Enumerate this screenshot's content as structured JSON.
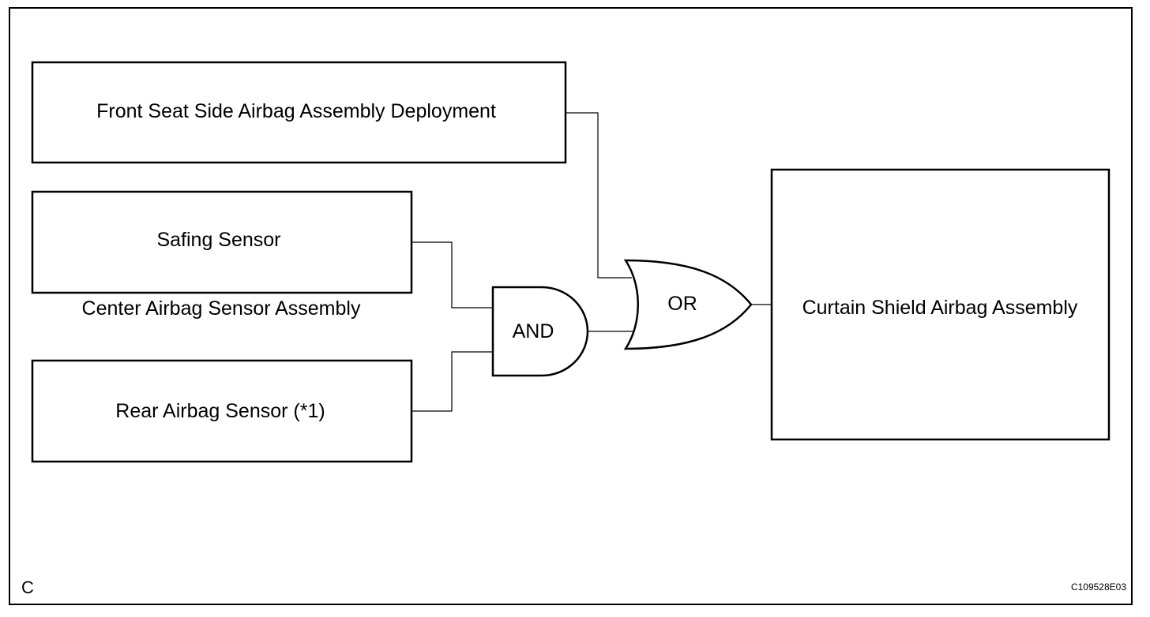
{
  "diagram": {
    "blocks": {
      "front_seat": "Front Seat Side Airbag Assembly Deployment",
      "safing": "Safing Sensor",
      "center_assembly": "Center Airbag Sensor Assembly",
      "rear_sensor": "Rear Airbag Sensor (*1)",
      "curtain": "Curtain Shield Airbag Assembly"
    },
    "gates": {
      "and": "AND",
      "or": "OR"
    },
    "corner_letter": "C",
    "figure_id": "C109528E03"
  }
}
